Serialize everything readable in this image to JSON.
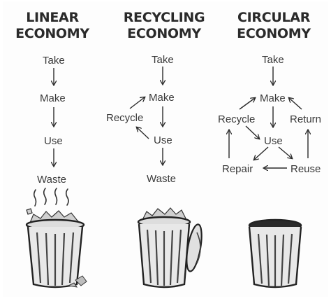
{
  "columns": [
    {
      "title_line1": "LINEAR",
      "title_line2": "ECONOMY",
      "steps": [
        "Take",
        "Make",
        "Use",
        "Waste"
      ]
    },
    {
      "title_line1": "RECYCLING",
      "title_line2": "ECONOMY",
      "steps": [
        "Take",
        "Make",
        "Recycle",
        "Use",
        "Waste"
      ]
    },
    {
      "title_line1": "CIRCULAR",
      "title_line2": "ECONOMY",
      "steps": [
        "Take",
        "Make",
        "Recycle",
        "Return",
        "Use",
        "Repair",
        "Reuse"
      ]
    }
  ],
  "bins": [
    {
      "state": "overflowing",
      "lid": "none"
    },
    {
      "state": "full",
      "lid": "open"
    },
    {
      "state": "empty",
      "lid": "none"
    }
  ],
  "colors": {
    "ink": "#2a2a2a",
    "background": "#ffffff"
  }
}
